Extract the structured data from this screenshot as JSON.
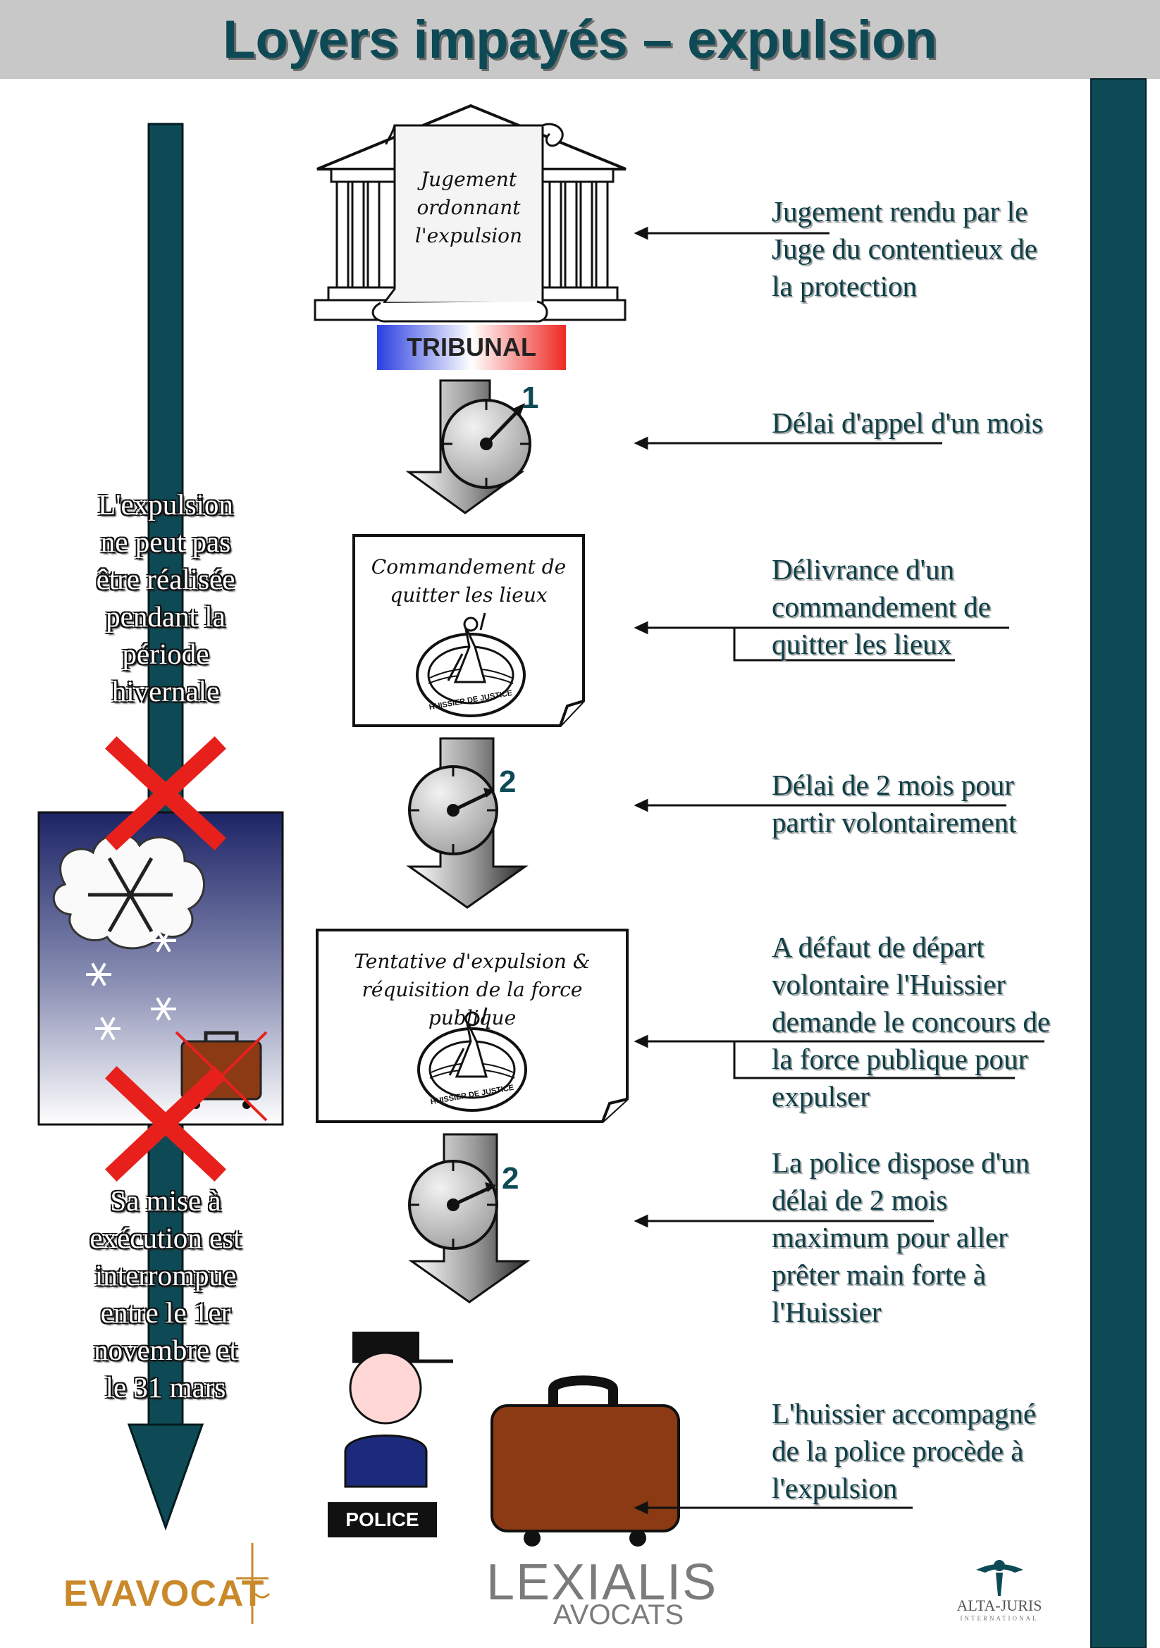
{
  "title": "Loyers impayés – expulsion",
  "colors": {
    "teal": "#0e4a55",
    "header_bg": "#c8c8c8",
    "red": "#e8201c",
    "suitcase": "#8b3a14"
  },
  "tribunal": {
    "scroll_lines": [
      "Jugement",
      "ordonnant",
      "l'expulsion"
    ],
    "badge": "TRIBUNAL"
  },
  "delays": [
    "1",
    "2",
    "2"
  ],
  "documents": [
    {
      "lines": [
        "Commandement de",
        "quitter les lieux"
      ]
    },
    {
      "lines": [
        "Tentative d'expulsion &",
        "réquisition de la force publique"
      ]
    }
  ],
  "seal_text": "HUISSIER DE JUSTICE",
  "steps": [
    [
      "Jugement rendu par le",
      "Juge du contentieux de",
      "la protection"
    ],
    [
      "Délai d'appel d'un mois"
    ],
    [
      "Délivrance d'un",
      "commandement de",
      "quitter les lieux"
    ],
    [
      "Délai de 2 mois pour",
      "partir volontairement"
    ],
    [
      "A défaut de départ",
      "volontaire l'Huissier",
      "demande le concours de",
      "la force publique pour",
      "expulser"
    ],
    [
      "La police dispose d'un",
      "délai de 2 mois",
      "maximum pour aller",
      "prêter main forte à",
      "l'Huissier"
    ],
    [
      "L'huissier accompagné",
      "de la police procède à",
      "l'expulsion"
    ]
  ],
  "winter": {
    "top_lines": [
      "L'expulsion",
      "ne peut pas",
      "être réalisée",
      "pendant la",
      "période",
      "hivernale"
    ],
    "bottom_lines": [
      "Sa mise à",
      "exécution est",
      "interrompue",
      "entre le 1er",
      "novembre et",
      "le 31 mars"
    ]
  },
  "police_label": "POLICE",
  "logos": {
    "evavocat": "EVAVOCAT",
    "lexialis_top": "LEXIALIS",
    "lexialis_bottom": "AVOCATS",
    "altajuris": "ALTA-JURIS",
    "altajuris_sub": "INTERNATIONAL"
  },
  "icons": [
    "courthouse-icon",
    "scroll-icon",
    "clock-icon",
    "down-arrow-icon",
    "document-icon",
    "seal-icon",
    "snowflake-icon",
    "cloud-icon",
    "cross-icon",
    "suitcase-icon",
    "policeman-icon"
  ]
}
